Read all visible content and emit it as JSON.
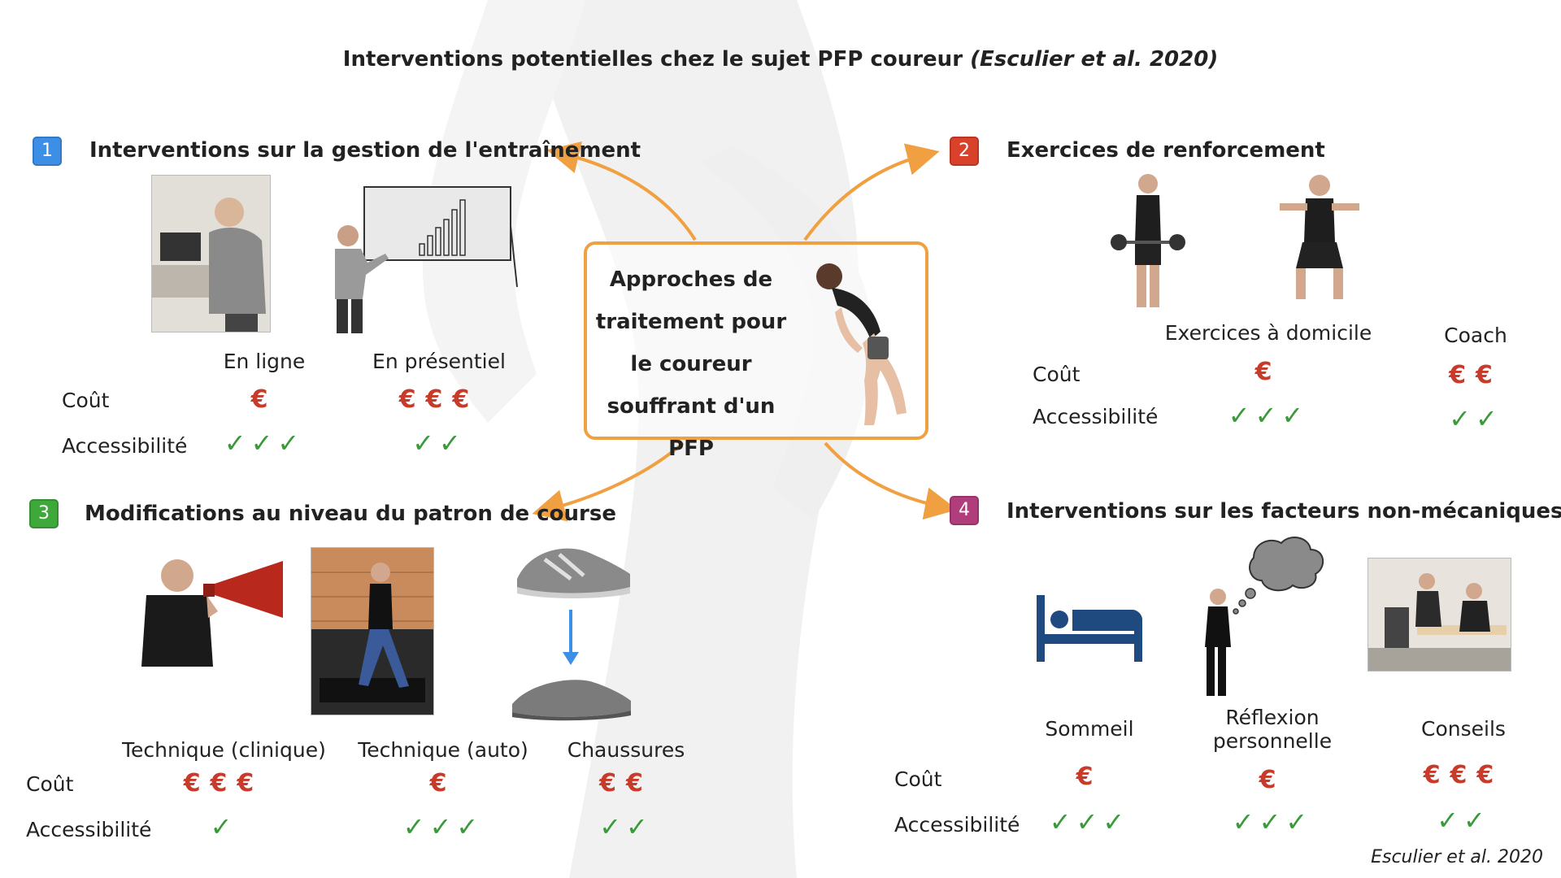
{
  "title": {
    "main": "Interventions potentielles chez le sujet PFP coureur",
    "cite": "(Esculier et al. 2020)"
  },
  "center": {
    "text": "Approches de traitement pour le coureur souffrant d'un PFP"
  },
  "footer": "Esculier et al. 2020",
  "colors": {
    "badge1": "#3d8fe6",
    "badge2": "#d9412b",
    "badge3": "#3fa83b",
    "badge4": "#b13e7c",
    "arrow": "#f0a040",
    "euro": "#c83a2a",
    "check": "#3a9a3a"
  },
  "sections": {
    "s1": {
      "num": "1",
      "heading": "Interventions sur la gestion de l'entraînement",
      "cost_label": "Coût",
      "access_label": "Accessibilité",
      "options": [
        {
          "name": "En ligne",
          "cost": "€",
          "access": "✓✓✓"
        },
        {
          "name": "En présentiel",
          "cost": "€€€",
          "access": "✓✓"
        }
      ]
    },
    "s2": {
      "num": "2",
      "heading": "Exercices de renforcement",
      "cost_label": "Coût",
      "access_label": "Accessibilité",
      "options": [
        {
          "name": "Exercices à domicile",
          "cost": "€",
          "access": "✓✓✓"
        },
        {
          "name": "Coach",
          "cost": "€€",
          "access": "✓✓"
        }
      ]
    },
    "s3": {
      "num": "3",
      "heading": "Modifications au niveau du patron de course",
      "cost_label": "Coût",
      "access_label": "Accessibilité",
      "options": [
        {
          "name": "Technique (clinique)",
          "cost": "€€€",
          "access": "✓"
        },
        {
          "name": "Technique (auto)",
          "cost": "€",
          "access": "✓✓✓"
        },
        {
          "name": "Chaussures",
          "cost": "€€",
          "access": "✓✓"
        }
      ]
    },
    "s4": {
      "num": "4",
      "heading": "Interventions sur les facteurs non-mécaniques",
      "cost_label": "Coût",
      "access_label": "Accessibilité",
      "options": [
        {
          "name": "Sommeil",
          "cost": "€",
          "access": "✓✓✓"
        },
        {
          "name_line1": "Réflexion",
          "name_line2": "personnelle",
          "cost": "€",
          "access": "✓✓✓"
        },
        {
          "name": "Conseils",
          "cost": "€€€",
          "access": "✓✓"
        }
      ]
    }
  }
}
